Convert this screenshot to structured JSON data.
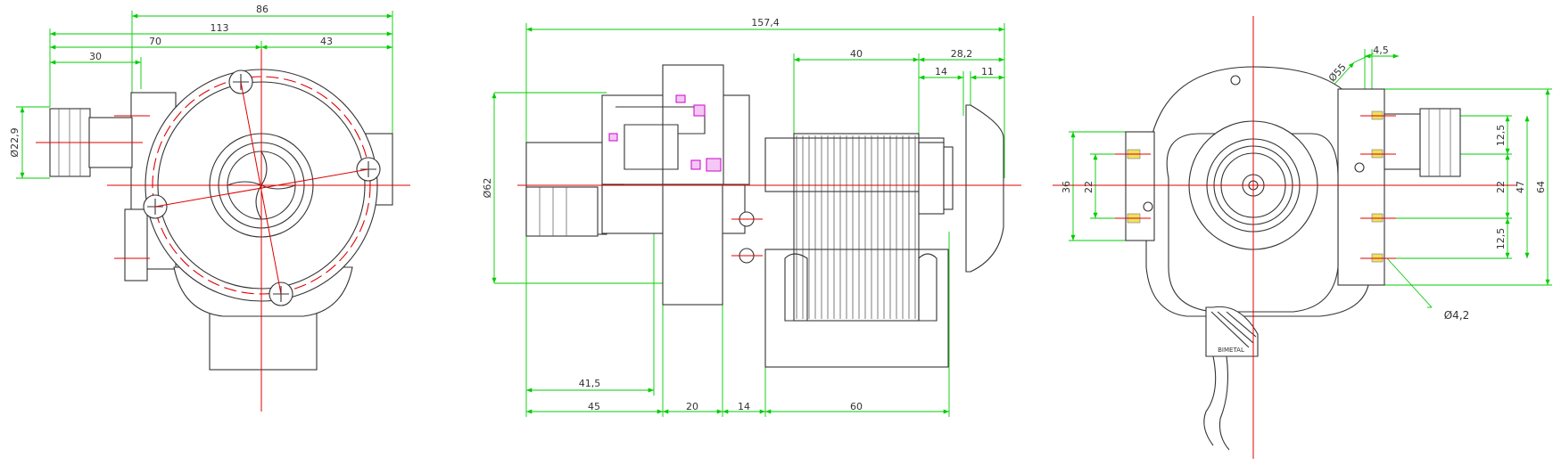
{
  "views": [
    {
      "name": "front-view",
      "dims": {
        "overall_86": "86",
        "overall_113": "113",
        "left_70": "70",
        "right_43": "43",
        "left_30": "30",
        "inlet_dia": "Ø22,9"
      }
    },
    {
      "name": "side-section-view",
      "dims": {
        "length_total": "157,4",
        "stator_40": "40",
        "rear_28_2": "28,2",
        "gap_14": "14",
        "end_11": "11",
        "body_dia": "Ø62",
        "inlet_41_5": "41,5",
        "seg_45": "45",
        "seg_20": "20",
        "seg_14": "14",
        "seg_60": "60"
      }
    },
    {
      "name": "rear-view",
      "dims": {
        "offset_4_5": "4,5",
        "dia_55": "Ø55",
        "left_36": "36",
        "left_22": "22",
        "right_12_5_top": "12,5",
        "right_22": "22",
        "right_12_5_bottom": "12,5",
        "right_47": "47",
        "right_64": "64",
        "hole_dia": "Ø4,2"
      },
      "label": "BIMETAL"
    }
  ],
  "colors": {
    "outline": "#333333",
    "centerline": "#e00000",
    "dimension": "#00cc00",
    "seal": "#cc00cc",
    "terminal": "#f0e060"
  }
}
